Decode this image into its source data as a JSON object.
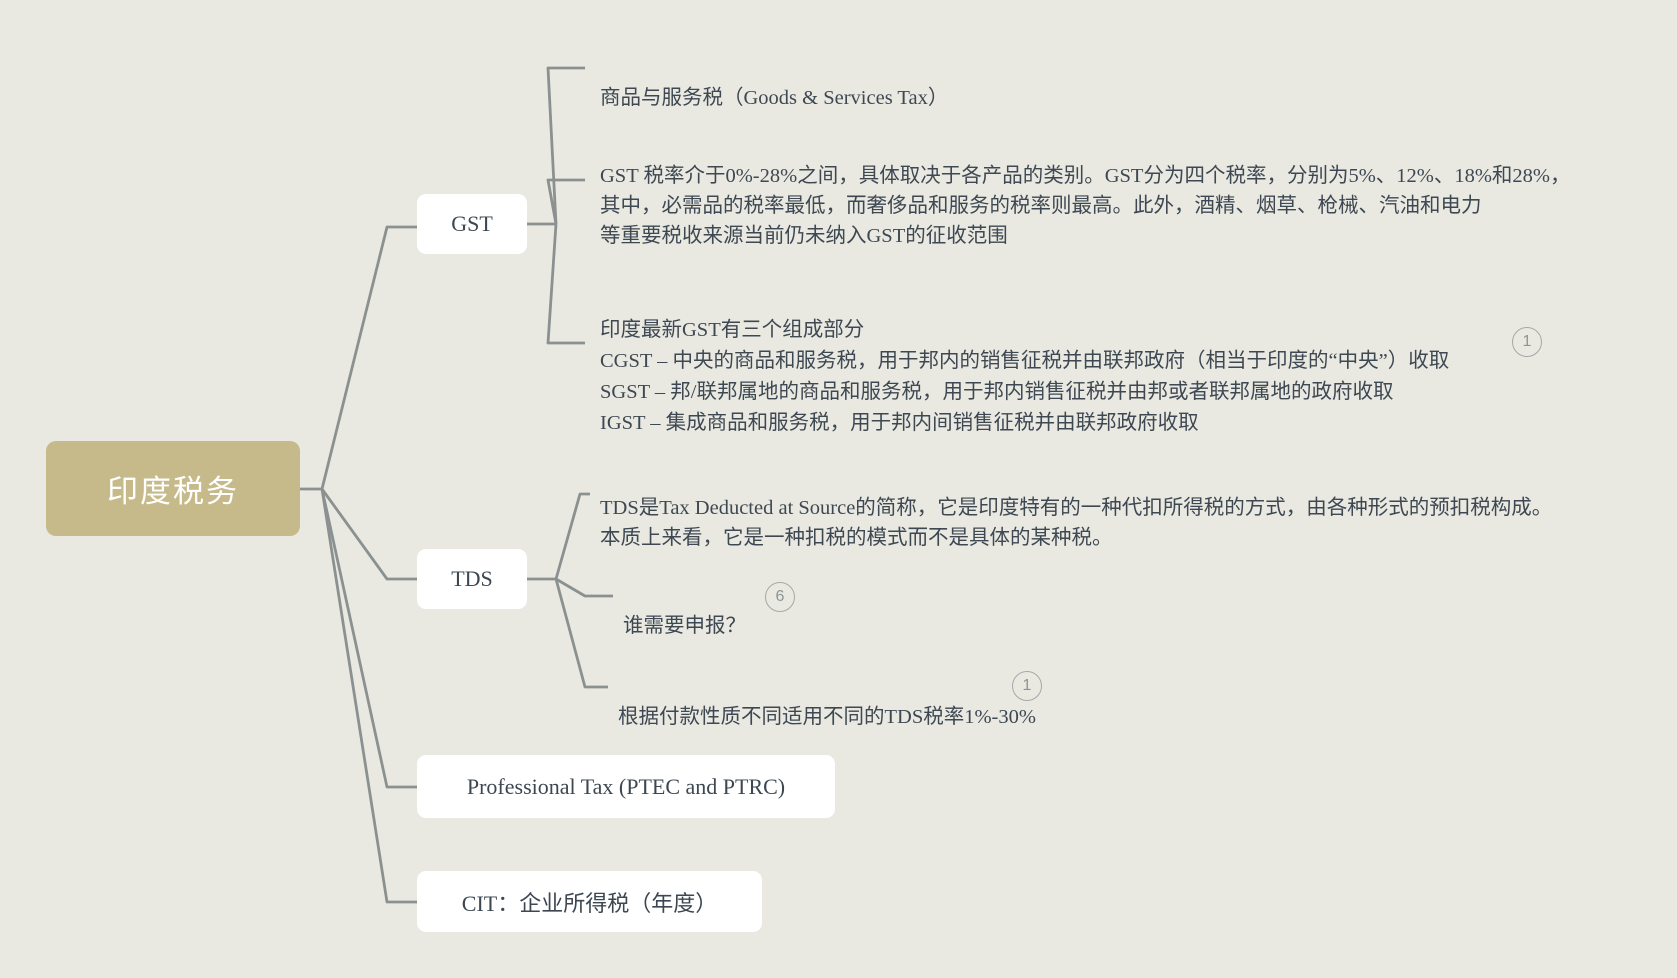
{
  "colors": {
    "background": "#e9e9e2",
    "root_fill": "#c6ba8a",
    "root_text": "#ffffff",
    "node_fill": "#ffffff",
    "node_text": "#3d4752",
    "leaf_text": "#3e4852",
    "line": "#8b9191",
    "badge": "#8e9494"
  },
  "root": {
    "label": "印度税务"
  },
  "branches": [
    {
      "label": "GST",
      "children": [
        {
          "text": "商品与服务税（Goods & Services Tax）"
        },
        {
          "text": "GST 税率介于0%-28%之间，具体取决于各产品的类别。GST分为四个税率，分别为5%、12%、18%和28%，\n其中，必需品的税率最低，而奢侈品和服务的税率则最高。此外，酒精、烟草、枪械、汽油和电力\n等重要税收来源当前仍未纳入GST的征收范围"
        },
        {
          "text": "印度最新GST有三个组成部分\nCGST – 中央的商品和服务税，用于邦内的销售征税并由联邦政府（相当于印度的“中央”）收取\nSGST – 邦/联邦属地的商品和服务税，用于邦内销售征税并由邦或者联邦属地的政府收取\nIGST – 集成商品和服务税，用于邦内间销售征税并由联邦政府收取",
          "badge": "1"
        }
      ]
    },
    {
      "label": "TDS",
      "children": [
        {
          "text": "TDS是Tax Deducted at Source的简称，它是印度特有的一种代扣所得税的方式，由各种形式的预扣税构成。\n本质上来看，它是一种扣税的模式而不是具体的某种税。"
        },
        {
          "text": "谁需要申报？",
          "badge": "6"
        },
        {
          "text": "根据付款性质不同适用不同的TDS税率1%-30%",
          "badge": "1"
        }
      ]
    },
    {
      "label": "Professional Tax (PTEC and PTRC)",
      "children": []
    },
    {
      "label": "CIT：企业所得税（年度）",
      "children": []
    }
  ]
}
